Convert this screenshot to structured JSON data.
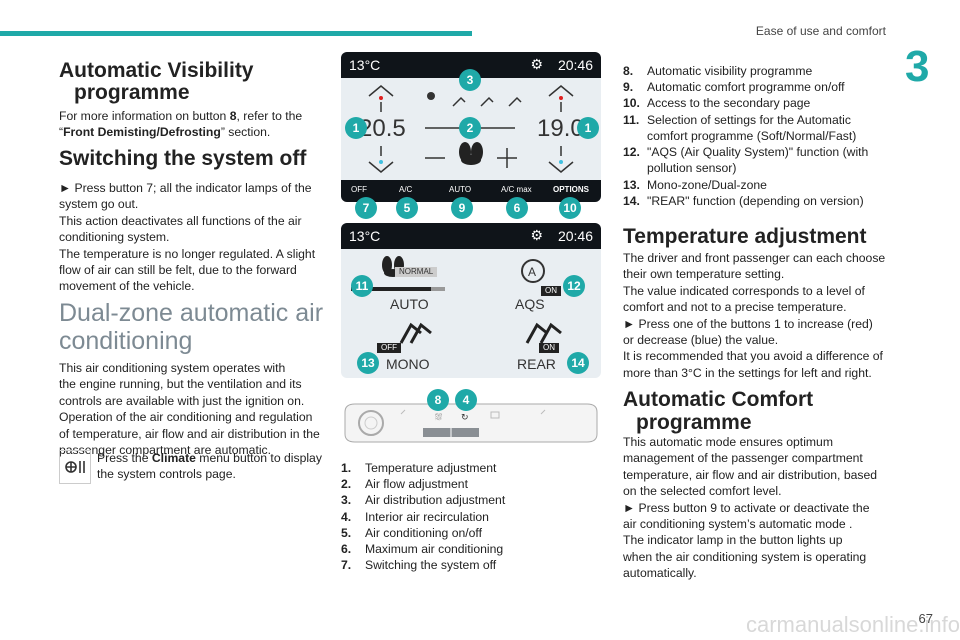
{
  "header": {
    "section": "Ease of use and comfort",
    "chapter": "3"
  },
  "left": {
    "h_visibility_1": "Automatic Visibility",
    "h_visibility_2": "programme",
    "p_visibility_1_pre": "For more information on button ",
    "p_visibility_1_b": "8",
    "p_visibility_1_post": ", refer to the",
    "p_visibility_2_pre": "“",
    "p_visibility_2_b": "Front Demisting/Defrosting",
    "p_visibility_2_post": "” section.",
    "h_switch": "Switching the system off",
    "switch_lines": [
      "► Press button 7; all the indicator lamps of the",
      "system go out.",
      "This action deactivates all functions of the air",
      "conditioning system.",
      "The temperature is no longer regulated. A slight",
      "flow of air can still be felt, due to the forward",
      "movement of the vehicle."
    ],
    "h_dual_1": "Dual-zone automatic air",
    "h_dual_2": "conditioning",
    "dual_lines": [
      "This air conditioning system operates with",
      "the engine running, but the ventilation and its",
      "controls are available with just the ignition on.",
      "Operation of the air conditioning and regulation",
      "of temperature, air flow and air distribution in the",
      "passenger compartment are automatic."
    ],
    "press_pre": "Press the ",
    "press_b": "Climate",
    "press_post": " menu button to display",
    "press_line2": "the system controls page."
  },
  "screen1": {
    "outside_temp": "13°C",
    "clock": "20:46",
    "left_temp": "20.5",
    "right_temp": "19.0",
    "buttons": [
      "OFF",
      "A/C",
      "AUTO",
      "A/C max",
      "OPTIONS"
    ],
    "badges": {
      "b1l": "1",
      "b1r": "1",
      "b2": "2",
      "b3": "3",
      "b5": "5",
      "b6": "6",
      "b7": "7",
      "b9": "9",
      "b10": "10"
    }
  },
  "screen2": {
    "outside_temp": "13°C",
    "clock": "20:46",
    "normal": "NORMAL",
    "auto": "AUTO",
    "aqs": "AQS",
    "aqs_state": "ON",
    "off_state": "OFF",
    "mono": "MONO",
    "rear": "REAR",
    "rear_state": "ON",
    "badges": {
      "b11": "11",
      "b12": "12",
      "b13": "13",
      "b14": "14"
    }
  },
  "panel": {
    "badges": {
      "b8": "8",
      "b4": "4"
    }
  },
  "legend_mid": [
    {
      "n": "1.",
      "t": "Temperature adjustment"
    },
    {
      "n": "2.",
      "t": "Air flow adjustment"
    },
    {
      "n": "3.",
      "t": "Air distribution adjustment"
    },
    {
      "n": "4.",
      "t": "Interior air recirculation"
    },
    {
      "n": "5.",
      "t": "Air conditioning on/off"
    },
    {
      "n": "6.",
      "t": "Maximum air conditioning"
    },
    {
      "n": "7.",
      "t": "Switching the system off"
    }
  ],
  "legend_right": [
    {
      "n": "8.",
      "t": "Automatic visibility programme",
      "t2": ""
    },
    {
      "n": "9.",
      "t": "Automatic comfort programme on/off",
      "t2": ""
    },
    {
      "n": "10.",
      "t": "Access to the secondary page",
      "t2": ""
    },
    {
      "n": "11.",
      "t": "Selection of settings for the Automatic",
      "t2": "comfort programme (Soft/Normal/Fast)"
    },
    {
      "n": "12.",
      "t": "\"AQS (Air Quality System)\" function (with",
      "t2": "pollution sensor)"
    },
    {
      "n": "13.",
      "t": "Mono-zone/Dual-zone",
      "t2": ""
    },
    {
      "n": "14.",
      "t": "\"REAR\" function (depending on version)",
      "t2": ""
    }
  ],
  "right": {
    "h_temp": "Temperature adjustment",
    "temp_lines": [
      "The driver and front passenger can each choose",
      "their own temperature setting.",
      "The value indicated corresponds to a level of",
      "comfort and not to a precise temperature.",
      "► Press one of the buttons 1 to increase (red)",
      "or decrease (blue) the value.",
      "It is recommended that you avoid a difference of",
      "more than 3°C in the settings for left and right."
    ],
    "h_auto_1": "Automatic Comfort",
    "h_auto_2": "programme",
    "auto_lines": [
      "This automatic mode ensures optimum",
      "management of the passenger compartment",
      "temperature, air flow and air distribution, based",
      "on the selected comfort level.",
      "► Press button 9 to activate or deactivate the",
      "air conditioning system’s automatic mode .",
      "The indicator lamp in the button lights up",
      "when the air conditioning system is operating",
      "automatically."
    ]
  },
  "footer": {
    "page": "67",
    "watermark": "carmanualsonline.info"
  },
  "colors": {
    "accent": "#1fa9a8",
    "red": "#e02020",
    "blue": "#40c0e0",
    "screen_bg": "#e9eef2",
    "bar": "#0f1419"
  }
}
